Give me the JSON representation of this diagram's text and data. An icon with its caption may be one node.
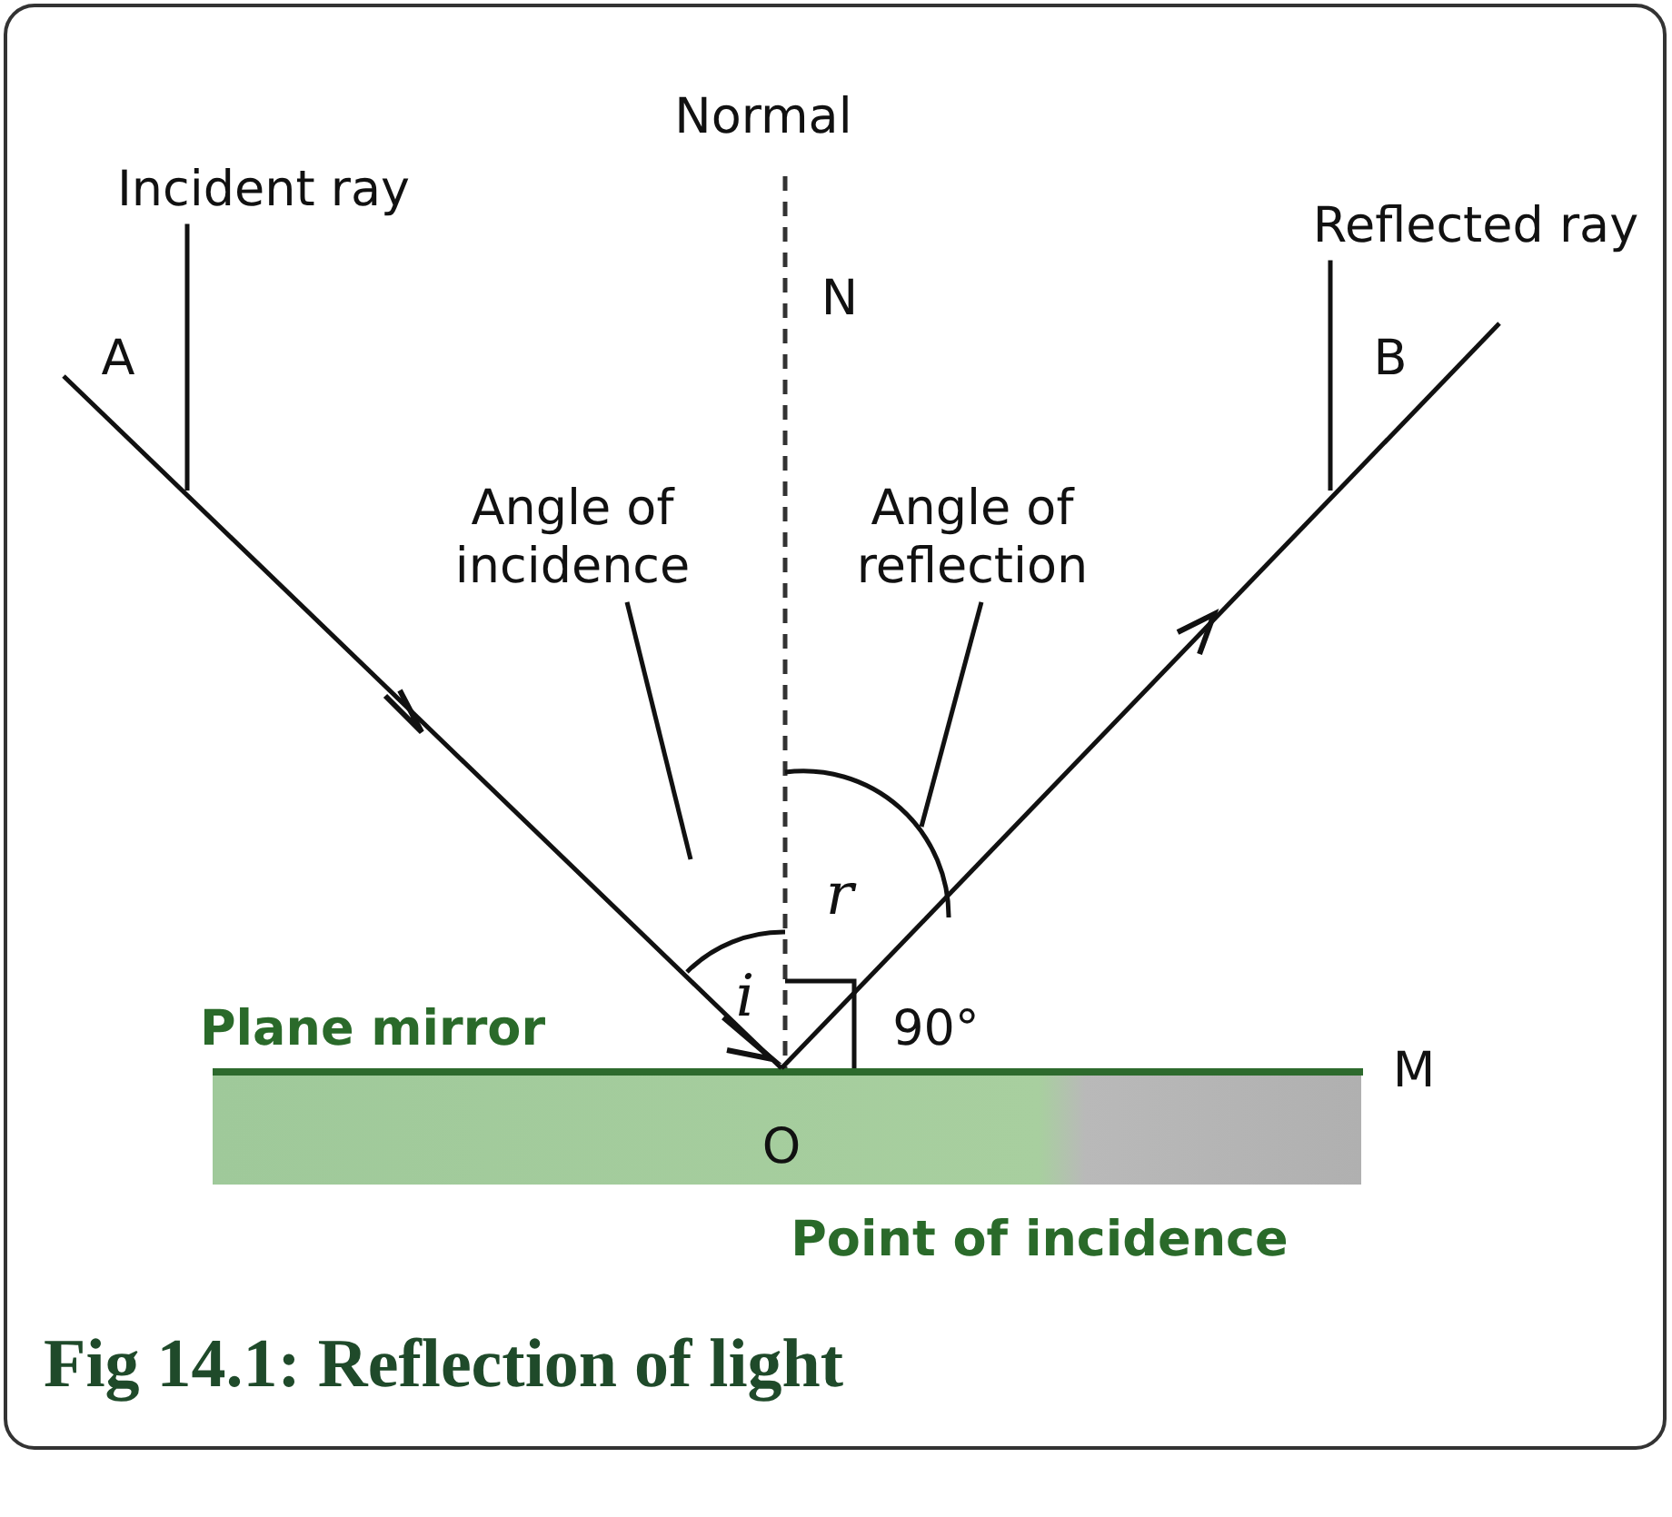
{
  "diagram": {
    "caption": "Fig 14.1: Reflection of light",
    "nodes": [
      {
        "text": [
          "Incident ray"
        ]
      },
      {
        "text": [
          "Reflected ray"
        ]
      },
      {
        "text": [
          "Angle of incidence"
        ]
      },
      {
        "text": [
          "Angle of reflection"
        ]
      }
    ],
    "edges": [
      {
        "from": 0,
        "to": null,
        "arrow": "none"
      },
      {
        "from": 1,
        "to": null,
        "arrow": "none"
      },
      {
        "from": 2,
        "to": null,
        "arrow": "none"
      },
      {
        "from": 3,
        "to": null,
        "arrow": "none"
      }
    ],
    "labels": [
      "Normal",
      "A",
      "N",
      "B",
      "i",
      "r",
      "Plane mirror",
      "90°",
      "M",
      "O",
      "Point of incidence"
    ]
  }
}
